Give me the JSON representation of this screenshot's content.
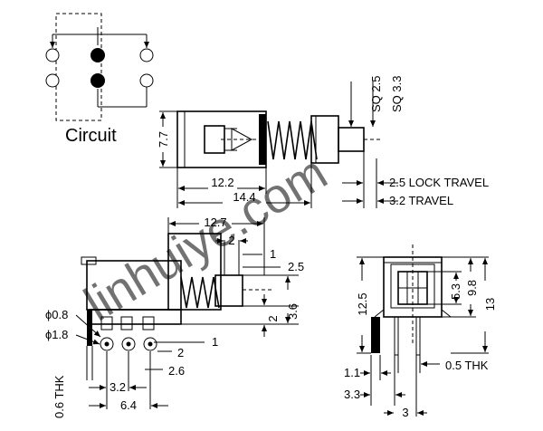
{
  "circuit": {
    "label": "Circuit"
  },
  "side_view": {
    "height": "7.7",
    "length_body": "12.2",
    "length_total": "14.4",
    "sq_a": "SQ 2.5",
    "sq_b": "SQ 3.3",
    "lock_travel": "2.5 LOCK TRAVEL",
    "travel": "3.2 TRAVEL"
  },
  "front_view": {
    "length": "12.7",
    "pitch_top": "2",
    "pitch_1": "1",
    "stem": "2.5",
    "h2": "2",
    "h36": "3.6",
    "hole_a": "ϕ0.8",
    "hole_b": "ϕ1.8",
    "pin_1": "1",
    "pin_2": "2",
    "pin_26": "2.6",
    "pin_32": "3.2",
    "pin_64": "6.4",
    "thk": "0.6 THK"
  },
  "end_view": {
    "h125": "12.5",
    "w53": "5.3",
    "w98": "9.8",
    "w13": "13",
    "t11": "1.1",
    "t05": "0.5 THK",
    "t33": "3.3",
    "t3": "3"
  },
  "watermark": "linhuiye.com"
}
